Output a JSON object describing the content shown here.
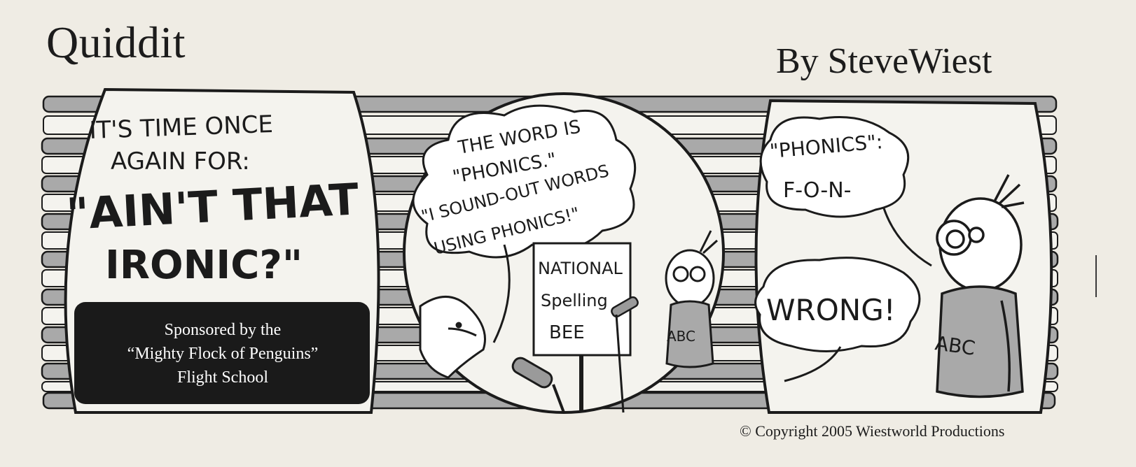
{
  "comic": {
    "title": "Quiddit",
    "byline": "By SteveWiest",
    "copyright": "© Copyright 2005 Wiestworld Productions"
  },
  "panel1": {
    "line1": "IT'S TIME ONCE",
    "line2": "AGAIN FOR:",
    "line3": "\"AIN'T THAT",
    "line4": "IRONIC?\"",
    "sponsor_line1": "Sponsored by the",
    "sponsor_line2": "“Mighty Flock of Penguins”",
    "sponsor_line3": "Flight School"
  },
  "panel2": {
    "bubble_line1": "THE WORD IS",
    "bubble_line2": "\"PHONICS.\"",
    "bubble_line3": "\"I SOUND-OUT WORDS",
    "bubble_line4": "USING PHONICS!\"",
    "sign_line1": "NATIONAL",
    "sign_line2": "Spelling",
    "sign_line3": "BEE",
    "shirt": "ABC"
  },
  "panel3": {
    "bubble1_line1": "\"PHONICS\":",
    "bubble1_line2": "F-O-N-",
    "bubble2": "WRONG!",
    "shirt": "ABC"
  },
  "colors": {
    "paper": "#efece4",
    "stripe_gray": "#a9a9a9",
    "ink": "#1b1b1b",
    "sponsor_box": "#1a1a1a"
  }
}
